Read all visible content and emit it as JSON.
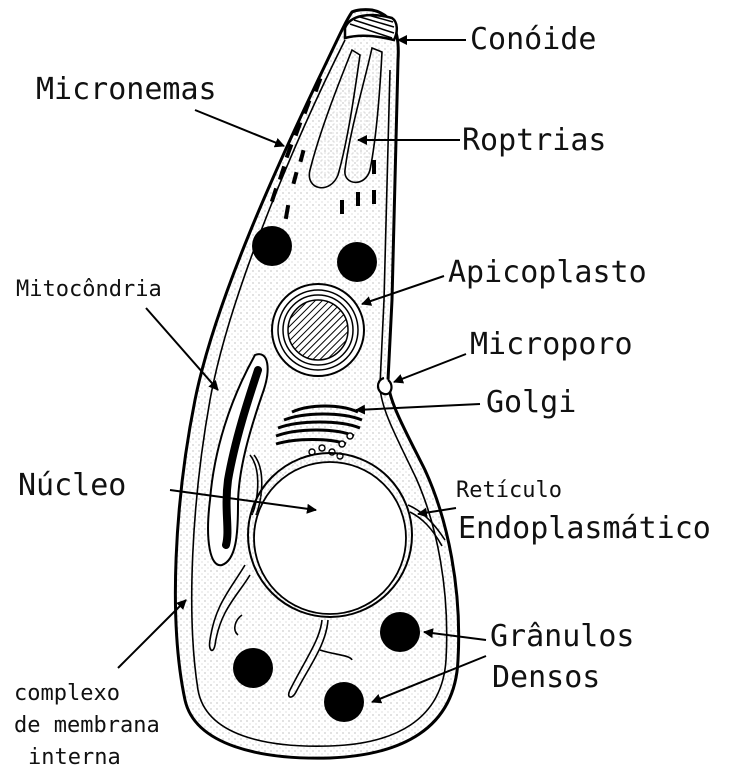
{
  "labels": {
    "conoide": "Conóide",
    "micronemas": "Micronemas",
    "roptrias": "Roptrias",
    "apicoplasto": "Apicoplasto",
    "mitocondria": "Mitocôndria",
    "microporo": "Microporo",
    "golgi": "Golgi",
    "nucleo": "Núcleo",
    "reticulo_line1": "Retículo",
    "reticulo_line2": "Endoplasmático",
    "granulos_line1": "Grânulos",
    "granulos_line2": "Densos",
    "complexo_line1": "complexo",
    "complexo_line2": "de membrana",
    "complexo_line3": "interna"
  },
  "colors": {
    "ink": "#000000",
    "cytoplasm_dots": "#9a9a9a",
    "background": "#ffffff"
  }
}
